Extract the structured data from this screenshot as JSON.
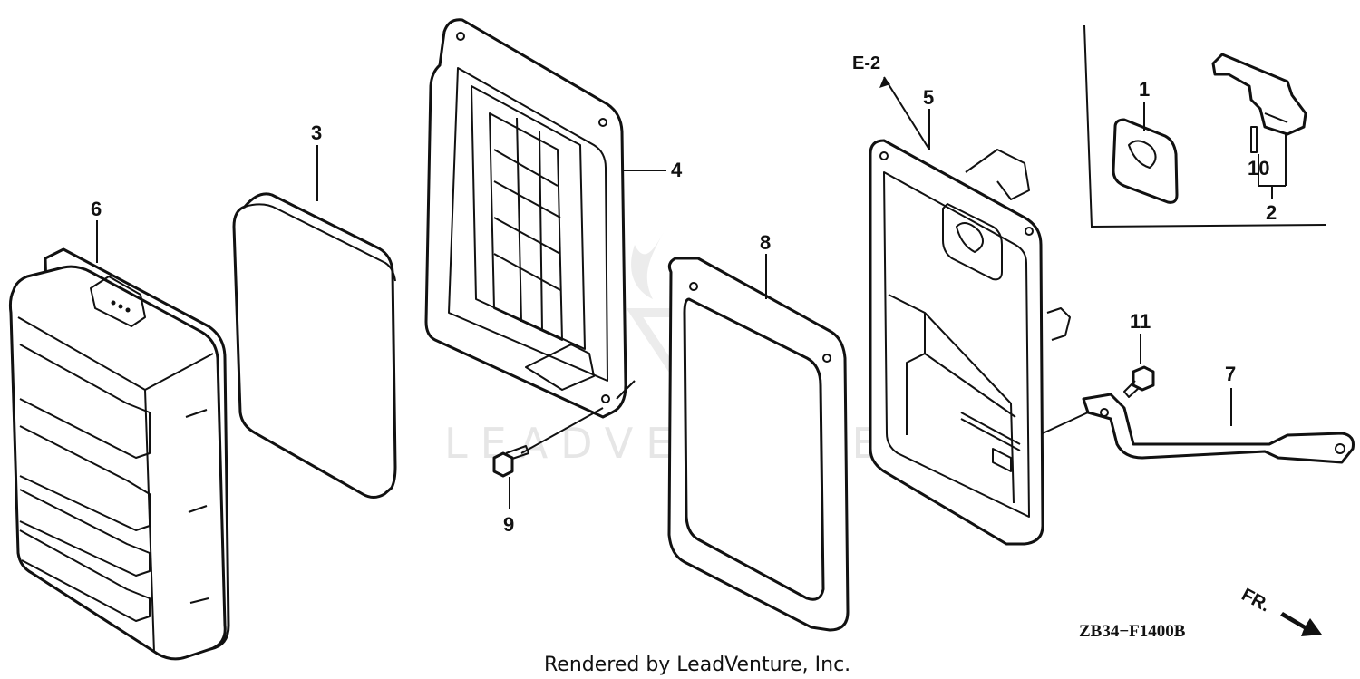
{
  "diagram": {
    "parts": [
      {
        "num": "1"
      },
      {
        "num": "2"
      },
      {
        "num": "3"
      },
      {
        "num": "4"
      },
      {
        "num": "5"
      },
      {
        "num": "6"
      },
      {
        "num": "7"
      },
      {
        "num": "8"
      },
      {
        "num": "9"
      },
      {
        "num": "10"
      },
      {
        "num": "11"
      }
    ],
    "reference": "E-2",
    "direction": "FR.",
    "drawing_code": "ZB34−F1400B",
    "watermark": "LEADVENTURE",
    "footer": "Rendered by LeadVenture, Inc."
  }
}
